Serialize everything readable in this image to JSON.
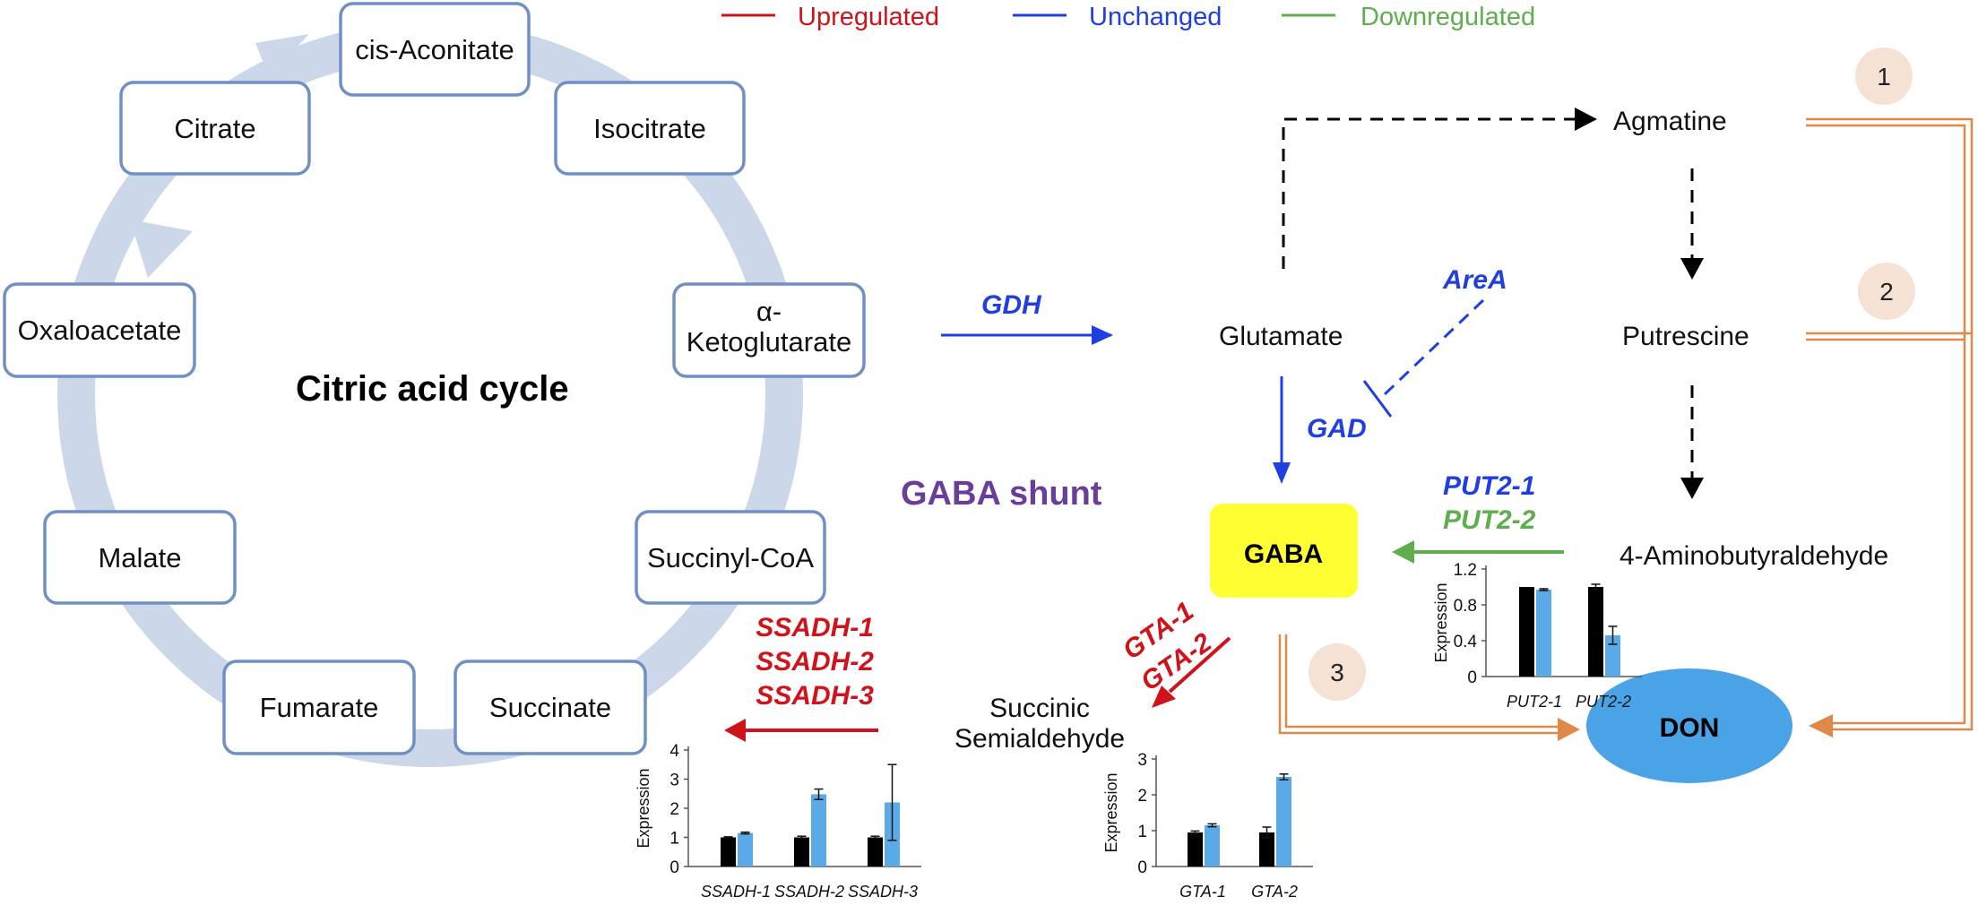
{
  "legend": {
    "upregulated": {
      "label": "Upregulated",
      "color": "#d0121b"
    },
    "unchanged": {
      "label": "Unchanged",
      "color": "#1f3fe0"
    },
    "downregulated": {
      "label": "Downregulated",
      "color": "#5fae4e"
    }
  },
  "cycle": {
    "title": "Citric acid cycle",
    "nodes": {
      "cis_aconitate": "cis-Aconitate",
      "citrate": "Citrate",
      "isocitrate": "Isocitrate",
      "alpha_kg_line1": "α-",
      "alpha_kg_line2": "Ketoglutarate",
      "oxaloacetate": "Oxaloacetate",
      "malate": "Malate",
      "succinyl_coa": "Succinyl-CoA",
      "fumarate": "Fumarate",
      "succinate": "Succinate"
    }
  },
  "shunt": {
    "title": "GABA shunt",
    "title_color": "#6a3d9a",
    "metabolites": {
      "glutamate": "Glutamate",
      "agmatine": "Agmatine",
      "putrescine": "Putrescine",
      "aminobutyraldehyde": "4-Aminobutyraldehyde",
      "gaba": "GABA",
      "don": "DON",
      "ssa_line1": "Succinic",
      "ssa_line2": "Semialdehyde"
    },
    "genes": {
      "gdh": "GDH",
      "area": "AreA",
      "gad": "GAD",
      "put2_1": "PUT2-1",
      "put2_2": "PUT2-2",
      "gta_1": "GTA-1",
      "gta_2": "GTA-2",
      "ssadh_1": "SSADH-1",
      "ssadh_2": "SSADH-2",
      "ssadh_3": "SSADH-3"
    },
    "badges": [
      "1",
      "2",
      "3"
    ],
    "colors": {
      "gaba_fill": "#ffff33",
      "don_fill": "#4aa3e6",
      "don_route": "#e0874a",
      "badge_fill": "#f6e2d4",
      "cycle_ring": "#cdd7ea"
    }
  },
  "chart_data": [
    {
      "type": "bar",
      "ylabel": "Expression",
      "ylim": [
        0,
        1.2
      ],
      "yticks": [
        "0",
        "0.4",
        "0.8",
        "1.2"
      ],
      "tick_values": [
        0,
        0.4,
        0.8,
        1.2
      ],
      "categories": [
        "PUT2-1",
        "PUT2-2"
      ],
      "series": [
        {
          "color": "#000000",
          "values": [
            1.0,
            1.0
          ],
          "errors": [
            0,
            0.03
          ]
        },
        {
          "color": "#5aaae8",
          "values": [
            0.97,
            0.46
          ],
          "errors": [
            0.01,
            0.1
          ]
        }
      ]
    },
    {
      "type": "bar",
      "ylabel": "Expression",
      "ylim": [
        0,
        4
      ],
      "yticks": [
        "0",
        "1",
        "2",
        "3",
        "4"
      ],
      "tick_values": [
        0,
        1,
        2,
        3,
        4
      ],
      "categories": [
        "SSADH-1",
        "SSADH-2",
        "SSADH-3"
      ],
      "series": [
        {
          "color": "#000000",
          "values": [
            1.0,
            1.0,
            1.0
          ],
          "errors": [
            0.02,
            0.04,
            0.04
          ]
        },
        {
          "color": "#5aaae8",
          "values": [
            1.15,
            2.48,
            2.2
          ],
          "errors": [
            0.03,
            0.18,
            1.3
          ]
        }
      ]
    },
    {
      "type": "bar",
      "ylabel": "Expression",
      "ylim": [
        0,
        3
      ],
      "yticks": [
        "0",
        "1",
        "2",
        "3"
      ],
      "tick_values": [
        0,
        1,
        2,
        3
      ],
      "categories": [
        "GTA-1",
        "GTA-2"
      ],
      "series": [
        {
          "color": "#000000",
          "values": [
            0.95,
            0.95
          ],
          "errors": [
            0.04,
            0.15
          ]
        },
        {
          "color": "#5aaae8",
          "values": [
            1.15,
            2.5
          ],
          "errors": [
            0.04,
            0.08
          ]
        }
      ]
    }
  ]
}
